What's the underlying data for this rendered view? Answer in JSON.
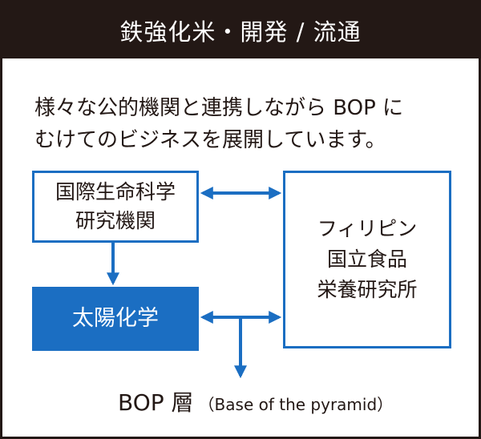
{
  "header": {
    "title": "鉄強化米・開発 / 流通"
  },
  "intro": {
    "line1": "様々な公的機関と連携しながら BOP に",
    "line2": "むけてのビジネスを展開しています。"
  },
  "nodes": {
    "institute": {
      "line1": "国際生命科学",
      "line2": "研究機関"
    },
    "taiyo": {
      "label": "太陽化学"
    },
    "philippine": {
      "line1": "フィリピン",
      "line2": "国立食品",
      "line3": "栄養研究所"
    }
  },
  "bop": {
    "label": "BOP 層",
    "sublabel": "（Base of the pyramid）"
  },
  "colors": {
    "accent": "#1b6ec2",
    "header_bg": "#231815",
    "text": "#231815"
  }
}
